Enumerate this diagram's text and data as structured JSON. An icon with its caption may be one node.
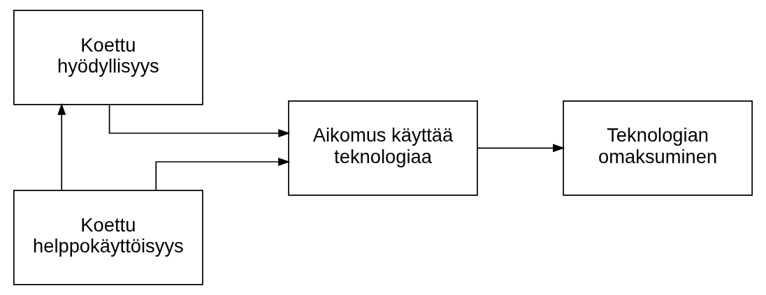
{
  "diagram": {
    "nodes": [
      {
        "text": [
          "Koettu hyödyllisyys"
        ]
      },
      {
        "text": [
          "Koettu helppokäyttöisyys"
        ]
      },
      {
        "text": [
          "Aikomus käyttää teknologiaa"
        ]
      },
      {
        "text": [
          "Teknologian omaksuminen"
        ]
      }
    ],
    "edges": [
      {
        "from": 1,
        "to": 0,
        "arrow": "to"
      },
      {
        "from": 0,
        "to": 2,
        "arrow": "to"
      },
      {
        "from": 1,
        "to": 2,
        "arrow": "to"
      },
      {
        "from": 2,
        "to": 3,
        "arrow": "to"
      }
    ]
  }
}
